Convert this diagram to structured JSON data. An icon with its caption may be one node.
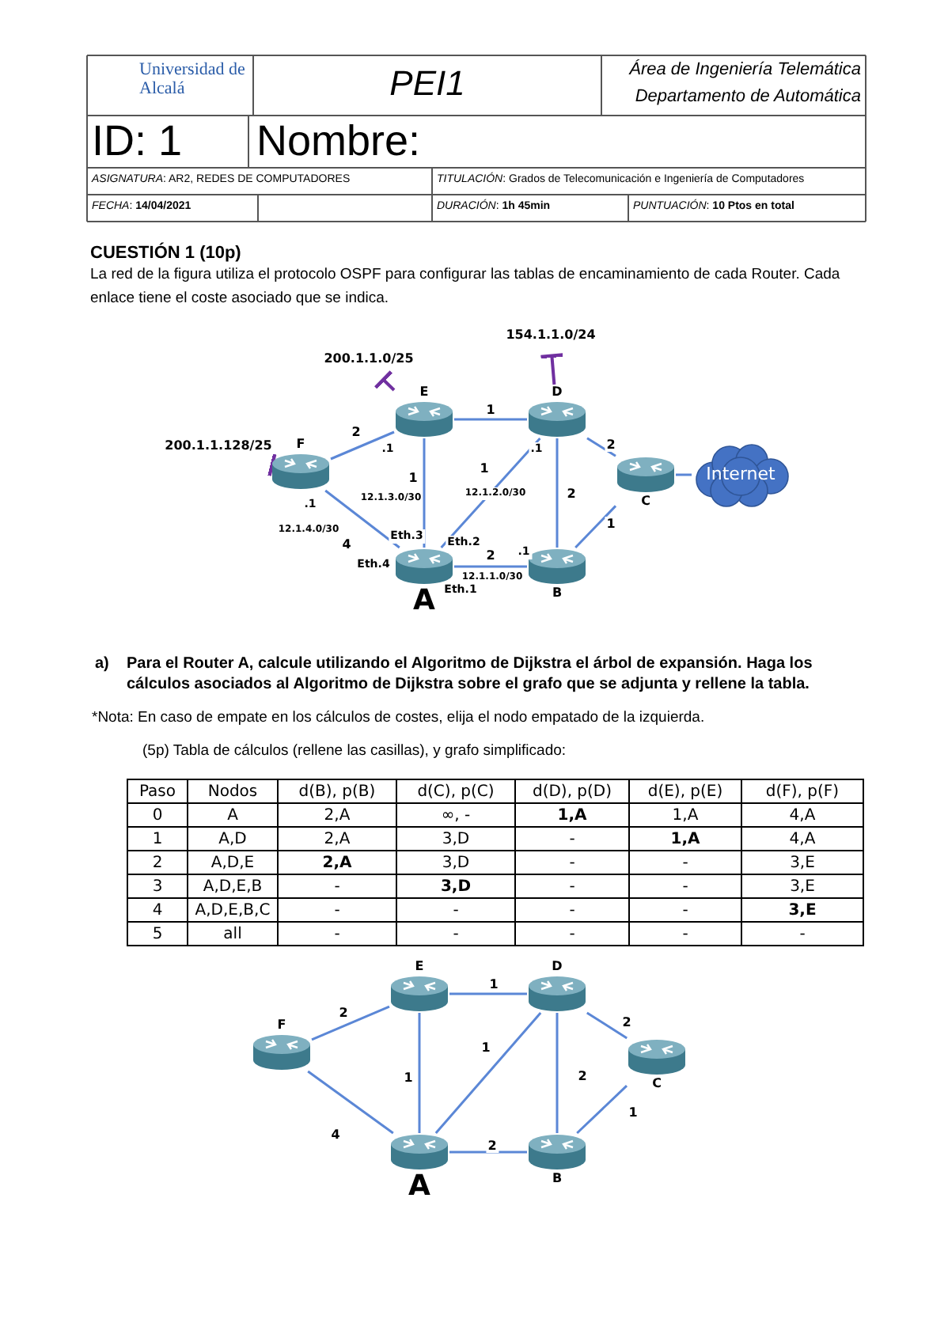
{
  "diagram": {
    "nodes": [
      {
        "text": [
          "154.1.1.0/24"
        ]
      },
      {
        "text": [
          "200.1.1.0/25"
        ]
      },
      {
        "text": [
          "E"
        ]
      },
      {
        "text": [
          "D"
        ]
      },
      {
        "text": [
          "200.1.1.128/25"
        ]
      },
      {
        "text": [
          "F"
        ]
      },
      {
        "text": [
          "C"
        ]
      },
      {
        "text": [
          "Internet"
        ]
      },
      {
        "text": [
          "A"
        ]
      },
      {
        "text": [
          "B"
        ]
      },
      {
        "text": [
          "E"
        ]
      },
      {
        "text": [
          "D"
        ]
      },
      {
        "text": [
          "F"
        ]
      },
      {
        "text": [
          "C"
        ]
      },
      {
        "text": [
          "A"
        ]
      },
      {
        "text": [
          "B"
        ]
      }
    ],
    "edges": [
      {
        "from": 3,
        "to": 0,
        "arrow": "other",
        "color": "#7030a0"
      },
      {
        "from": 2,
        "to": 1,
        "arrow": "other",
        "color": "#7030a0"
      },
      {
        "from": 2,
        "to": 3,
        "arrow": "none",
        "label": "1"
      },
      {
        "from": 5,
        "to": 4,
        "arrow": "other",
        "color": "#7030a0"
      },
      {
        "from": 5,
        "to": 2,
        "arrow": "none",
        "label": "2"
      },
      {
        "from": 2,
        "to": 8,
        "arrow": "none",
        "label": "1"
      },
      {
        "from": 3,
        "to": 8,
        "arrow": "none",
        "label": "1"
      },
      {
        "from": 3,
        "to": 6,
        "arrow": "none",
        "label": "2"
      },
      {
        "from": 3,
        "to": 9,
        "arrow": "none",
        "label": "2"
      },
      {
        "from": 6,
        "to": 7,
        "arrow": "none"
      },
      {
        "from": 6,
        "to": 9,
        "arrow": "none",
        "label": "1"
      },
      {
        "from": 5,
        "to": 8,
        "arrow": "none",
        "label": "4"
      },
      {
        "from": 8,
        "to": 9,
        "arrow": "none",
        "label": "2"
      },
      {
        "from": 10,
        "to": 11,
        "arrow": "none",
        "label": "1"
      },
      {
        "from": 12,
        "to": 10,
        "arrow": "none",
        "label": "2"
      },
      {
        "from": 10,
        "to": 14,
        "arrow": "none",
        "label": "1"
      },
      {
        "from": 11,
        "to": 14,
        "arrow": "none",
        "label": "1"
      },
      {
        "from": 11,
        "to": 13,
        "arrow": "none",
        "label": "2"
      },
      {
        "from": 11,
        "to": 15,
        "arrow": "none",
        "label": "2"
      },
      {
        "from": 13,
        "to": 15,
        "arrow": "none",
        "label": "1"
      },
      {
        "from": 12,
        "to": 14,
        "arrow": "none",
        "label": "4"
      },
      {
        "from": 14,
        "to": 15,
        "arrow": "none",
        "label": "2"
      }
    ],
    "labels": [
      "Universidad de Alcalá",
      "PEI1",
      "Área de Ingeniería Telemática",
      "Departamento de Automática",
      "ID: 1",
      "Nombre:",
      "*ASIGNATURA*:  AR2, REDES DE COMPUTADORES",
      "*TITULACIÓN*: Grados de Telecomunicación e Ingeniería de Computadores",
      "*FECHA*: **14/04/2021**",
      "*DURACIÓN*: **1h 45min**",
      "*PUNTUACIÓN*: **10 Ptos en total**",
      "CUESTIÓN 1 (10p)",
      "La red de la figura utiliza el protocolo OSPF para configurar las tablas de encaminamiento de cada Router. Cada enlace tiene el coste asociado que se indica.",
      ".1",
      "12.1.3.0/30",
      ".1",
      "12.1.2.0/30",
      ".1",
      "12.1.4.0/30",
      "Eth.3",
      "Eth.2",
      "Eth.4",
      ".1",
      "12.1.1.0/30",
      "Eth.1",
      "a)",
      "Para el Router A, calcule utilizando el Algoritmo de Dijkstra el árbol de expansión. Haga los cálculos asociados al Algoritmo de Dijkstra sobre el grafo que se adjunta y rellene la tabla.",
      "*Nota: En caso de empate en los cálculos de costes, elija el nodo empatado de la izquierda.",
      "(5p) Tabla de cálculos (rellene las casillas), y grafo simplificado:",
      "Paso",
      "Nodos",
      "d(B), p(B)",
      "d(C), p(C)",
      "d(D), p(D)",
      "d(E), p(E)",
      "d(F), p(F)",
      "0",
      "A",
      "2,A",
      "∞, -",
      "1,A",
      "1,A",
      "4,A",
      "1",
      "A,D",
      "2,A",
      "3,D",
      "-",
      "1,A",
      "4,A",
      "2",
      "A,D,E",
      "2,A",
      "3,D",
      "-",
      "-",
      "3,E",
      "3",
      "A,D,E,B",
      "-",
      "3,D",
      "-",
      "-",
      "3,E",
      "4",
      "A,D,E,B,C",
      "-",
      "-",
      "-",
      "-",
      "3,E",
      "5",
      "all",
      "-",
      "-",
      "-",
      "-",
      "-"
    ]
  }
}
